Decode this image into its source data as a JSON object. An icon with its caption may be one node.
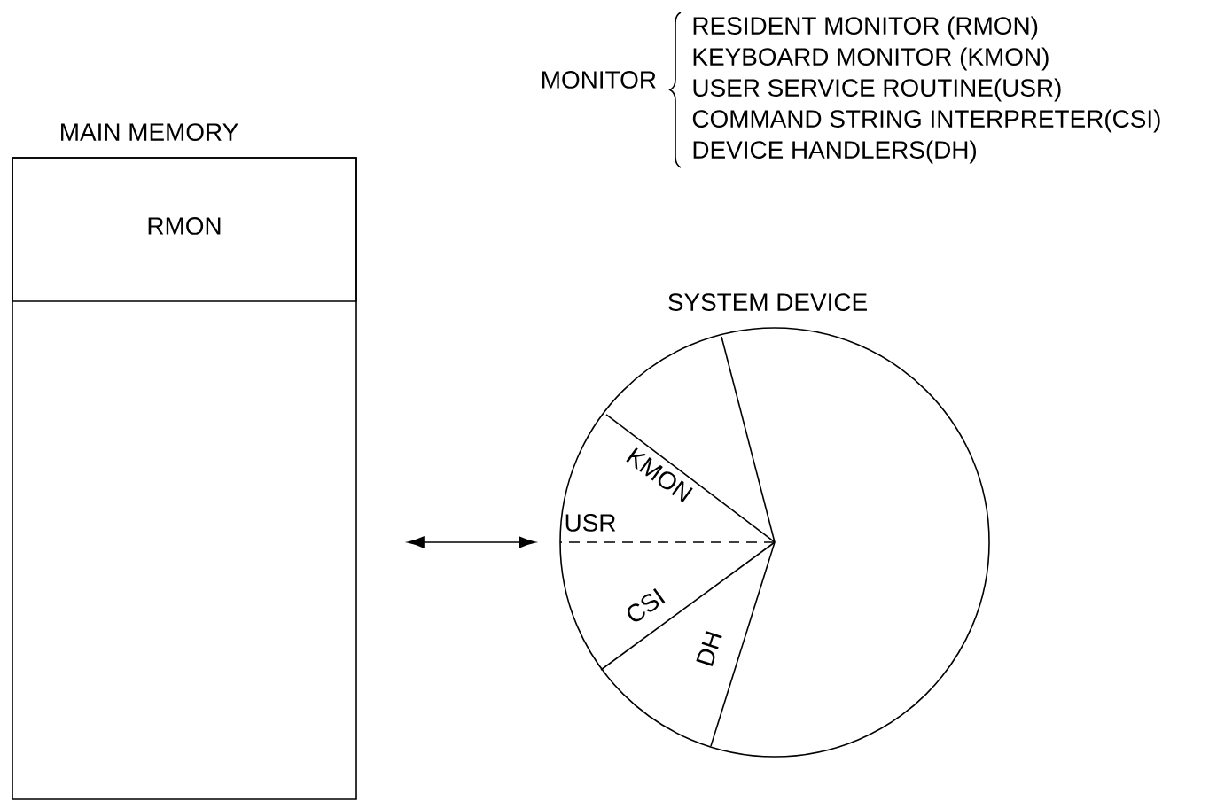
{
  "diagram": {
    "nodes": [
      {
        "text": [
          "MAIN MEMORY"
        ]
      },
      {
        "text": [
          "RMON"
        ],
        "in": 0
      },
      {
        "text": [
          "SYSTEM DEVICE",
          "KMON",
          "USR",
          "CSI",
          "DH"
        ]
      }
    ],
    "edges": [
      {
        "from": 0,
        "to": 2,
        "arrow": "both"
      }
    ],
    "labels": [
      "MONITOR",
      "RESIDENT MONITOR (RMON)",
      "KEYBOARD MONITOR (KMON)",
      "USER SERVICE ROUTINE(USR)",
      "COMMAND STRING INTERPRETER(CSI)",
      "DEVICE HANDLERS(DH)"
    ]
  }
}
